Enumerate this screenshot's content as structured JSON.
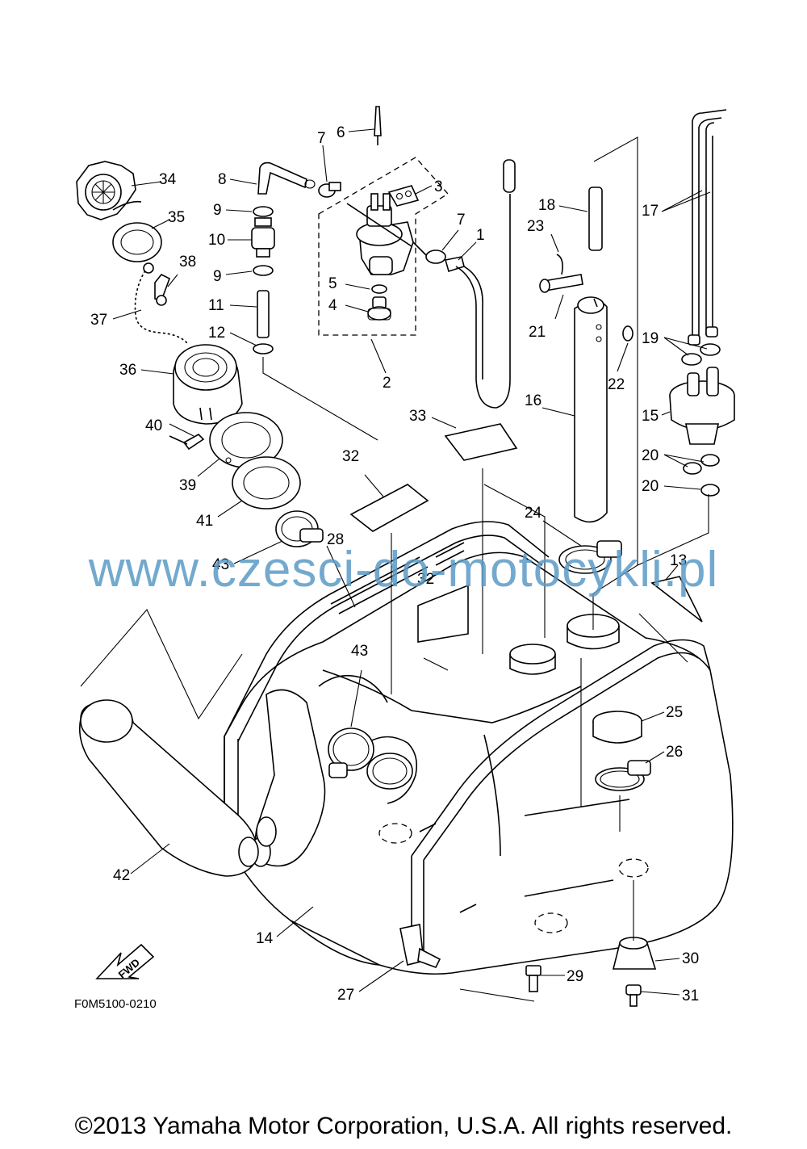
{
  "diagram_code": "F0M5100-0210",
  "fwd_label": "FWD",
  "watermark": "www.czesci-do-motocykli.pl",
  "copyright": "©2013 Yamaha Motor Corporation, U.S.A. All rights reserved.",
  "callouts": {
    "c1": "1",
    "c2": "2",
    "c3": "3",
    "c4": "4",
    "c5": "5",
    "c6": "6",
    "c7a": "7",
    "c7b": "7",
    "c8": "8",
    "c9a": "9",
    "c9b": "9",
    "c10": "10",
    "c11": "11",
    "c12": "12",
    "c13": "13",
    "c14": "14",
    "c15": "15",
    "c16": "16",
    "c17": "17",
    "c18": "18",
    "c19": "19",
    "c20a": "20",
    "c20b": "20",
    "c21": "21",
    "c22": "22",
    "c23": "23",
    "c24": "24",
    "c25": "25",
    "c26": "26",
    "c27": "27",
    "c28": "28",
    "c29": "29",
    "c30": "30",
    "c31": "31",
    "c32a": "32",
    "c32b": "32",
    "c33": "33",
    "c34": "34",
    "c35": "35",
    "c36": "36",
    "c37": "37",
    "c38": "38",
    "c39": "39",
    "c40": "40",
    "c41": "41",
    "c42": "42",
    "c43a": "43",
    "c43b": "43"
  }
}
